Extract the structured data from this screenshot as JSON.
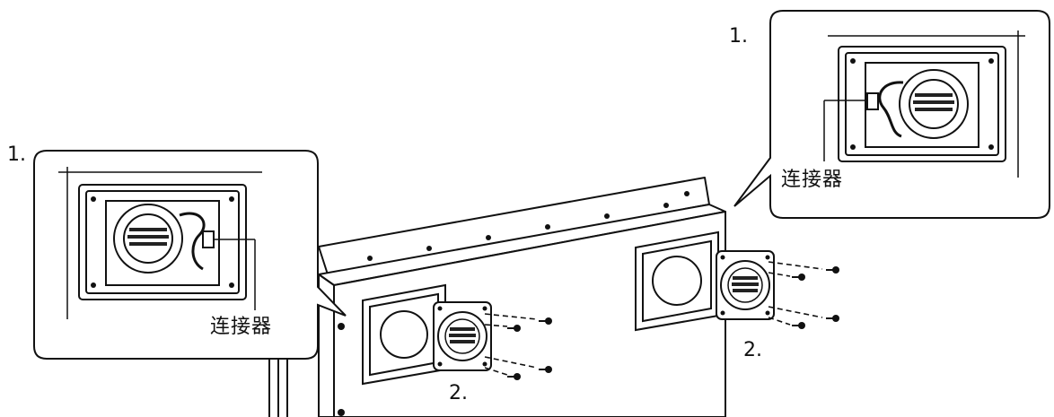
{
  "labels": {
    "step_1_left": "1.",
    "step_1_right": "1.",
    "step_2_left": "2.",
    "step_2_right": "2.",
    "connector_left": "连接器",
    "connector_right": "连接器"
  },
  "colors": {
    "line": "#111111",
    "fill": "#ffffff"
  }
}
